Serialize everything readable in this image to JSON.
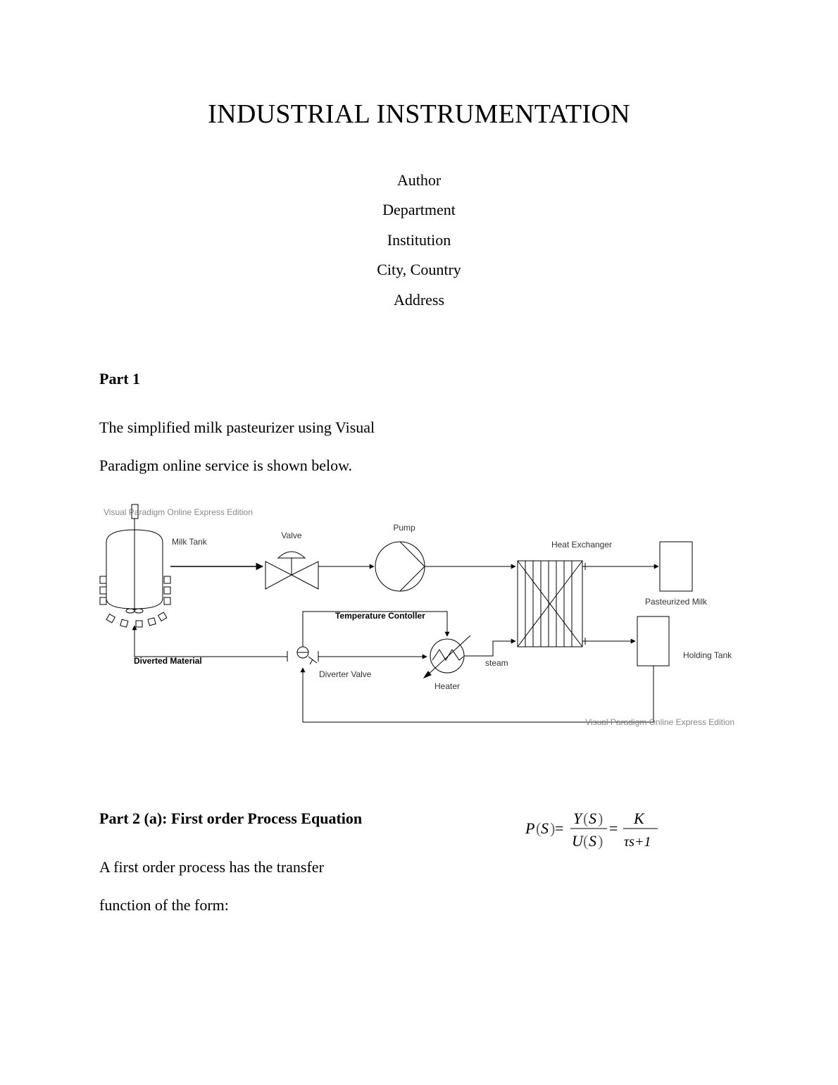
{
  "title": "INDUSTRIAL INSTRUMENTATION",
  "author_block": [
    "Author",
    "Department",
    "Institution",
    "City, Country",
    "Address"
  ],
  "part1": {
    "heading": "Part 1",
    "lines": [
      "The simplified milk pasteurizer using Visual",
      "Paradigm online service is shown below."
    ]
  },
  "diagram": {
    "watermark_top": "Visual Paradigm Online Express Edition",
    "watermark_bottom": "Visual Paradigm Online Express Edition",
    "milk_tank": "Milk Tank",
    "valve": "Valve",
    "pump": "Pump",
    "heat_exchanger": "Heat Exchanger",
    "pasteurized_milk": "Pasteurized Milk",
    "holding_tank": "Holding Tank",
    "temperature_controller": "Temperature Contoller",
    "diverted_material": "Diverted Material",
    "diverter_valve": "Diverter Valve",
    "heater": "Heater",
    "steam": "steam"
  },
  "part2": {
    "heading": "Part 2 (a): First order Process Equation",
    "lines": [
      "A first order process has the transfer",
      "function of the form:"
    ],
    "equation": {
      "lhs": "P",
      "lhs_arg": "S",
      "num1": "Y",
      "num1_arg": "S",
      "den1": "U",
      "den1_arg": "S",
      "num2": "K",
      "den2": "τs+1"
    }
  }
}
